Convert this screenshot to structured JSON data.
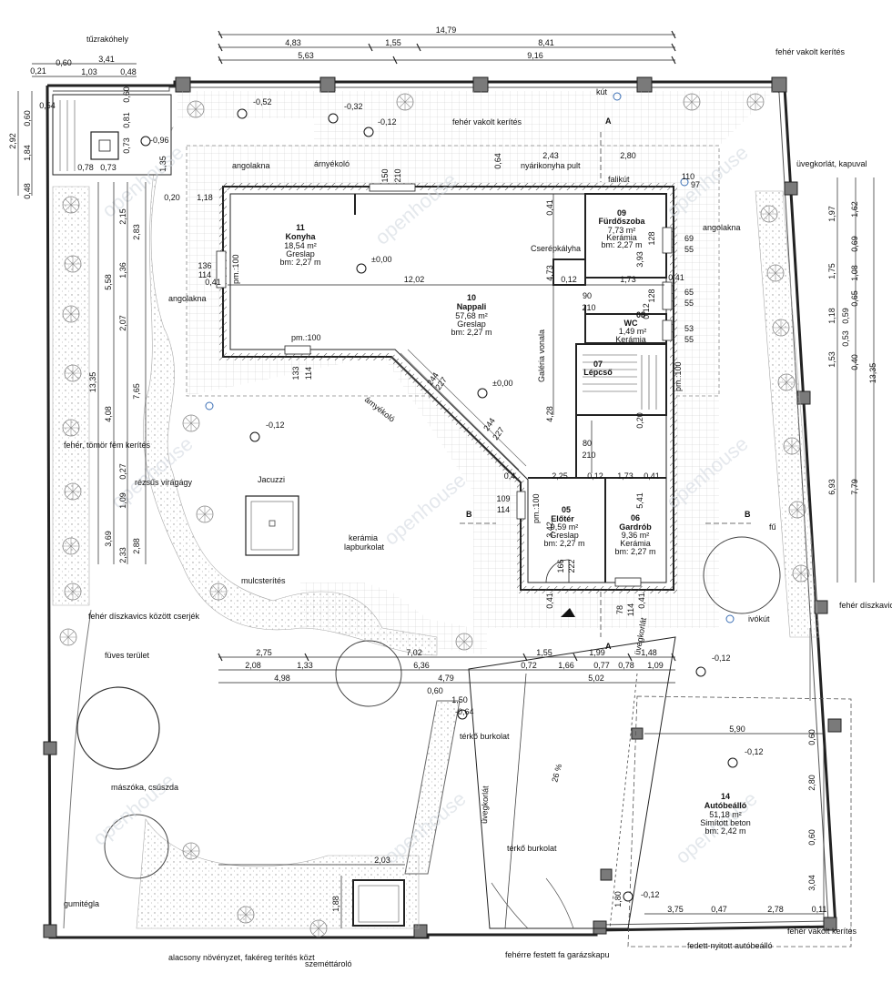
{
  "rooms": {
    "kitchen": {
      "number": "11",
      "name": "Konyha",
      "area": "18,54 m²",
      "floor": "Greslap",
      "height": "bm: 2,27 m"
    },
    "living": {
      "number": "10",
      "name": "Nappali",
      "area": "57,68 m²",
      "floor": "Greslap",
      "height": "bm: 2,27 m"
    },
    "bathroom": {
      "number": "09",
      "name": "Fürdőszoba",
      "area": "7,73 m²",
      "floor": "Kerámia",
      "height": "bm: 2,27 m"
    },
    "wc": {
      "number": "08",
      "name": "WC",
      "area": "1,49 m²",
      "floor": "Kerámia"
    },
    "stairs": {
      "number": "07",
      "name": "Lépcső"
    },
    "hall": {
      "number": "05",
      "name": "Előtér",
      "area": "9,59 m²",
      "floor": "Greslap",
      "height": "bm: 2,27 m"
    },
    "wardrobe": {
      "number": "06",
      "name": "Gardrób",
      "area": "9,36 m²",
      "floor": "Kerámia",
      "height": "bm: 2,27 m"
    },
    "carport": {
      "number": "14",
      "name": "Autóbeálló",
      "area": "51,18 m²",
      "floor": "Simított beton",
      "height": "bm: 2,42 m"
    }
  },
  "labels": {
    "fireplace": "tűzrakóhely",
    "fence_top": "fehér vakolt kerítés",
    "fence_top2": "fehér vakolt kerítés",
    "fence_bottom": "fehér vakolt kerítés",
    "well": "kút",
    "angolakna1": "angolakna",
    "angolakna2": "angolakna",
    "angolakna3": "angolakna",
    "shade": "árnyékoló",
    "shade2": "árnyékoló",
    "summer_kitchen": "nyárikonyha pult",
    "wall_well": "falikút",
    "glass_rail": "üvegkorlát, kapuval",
    "tile_stove": "Cserépkályha",
    "gallery": "Galéria vonala",
    "jacuzzi": "Jacuzzi",
    "ceramic_pav": "kerámia",
    "ceramic_pav2": "lapburkolat",
    "mulch": "mulcsterítés",
    "white_metal_fence": "fehér, tömör fém kerítés",
    "raised_bed": "rézsűs virágágy",
    "gravel_left": "fehér díszkavics között cserjék",
    "gravel_right": "fehér díszkavics között cserjék",
    "grass": "füves terület",
    "grass2": "fű",
    "climbing": "mászóka, csúszda",
    "paver1": "térkő burkolat",
    "paver2": "térkő burkolat",
    "slope": "26 %",
    "glass_rail2": "üvegkorlát",
    "glass_rail3": "üvegkorlát",
    "rubber_tile": "gumitégla",
    "low_plants": "alacsony növényzet, fakéreg terítés közt",
    "bin_storage": "szeméttároló",
    "garage_gate": "fehérre festett fa garázskapu",
    "covered_carport": "fedett-nyitott autóbeálló",
    "drinking_well": "ivókút",
    "section_a1": "A",
    "section_a2": "A",
    "section_b1": "B",
    "section_b2": "B",
    "pm100_1": "pm.:100",
    "pm100_2": "pm.:100",
    "pm100_3": "pm.:100",
    "pm100_4": "pm.:100",
    "level_0": "±0,00",
    "level_0b": "±0,00",
    "level_m052": "-0,52",
    "level_m032": "-0,32",
    "level_m012a": "-0,12",
    "level_m012b": "-0,12",
    "level_m012c": "-0,12",
    "level_m012d": "-0,12",
    "level_m012e": "-0,12",
    "level_m096": "-0,96",
    "level_m064": "-0,64",
    "watermark": "openhouse"
  },
  "dimensions": {
    "top_total": "14,79",
    "top_a": "4,83",
    "top_b": "1,55",
    "top_c": "8,41",
    "top_d": "5,63",
    "top_e": "9,16",
    "tl_341": "3,41",
    "tl_021": "0,21",
    "tl_060": "0,60",
    "tl_103": "1,03",
    "tl_048": "0,48",
    "left_292": "2,92",
    "left_060": "0,60",
    "left_184": "1,84",
    "left_048": "0,48",
    "fp_054": "0,54",
    "fp_060": "0,60",
    "fp_081": "0,81",
    "fp_073": "0,73",
    "fp_078": "0,78",
    "fp_073b": "0,73",
    "l_135": "1,35",
    "l_215": "2,15",
    "l_558": "5,58",
    "l_136": "1,36",
    "l_283": "2,83",
    "l_207": "2,07",
    "l_1335": "13,35",
    "l_408": "4,08",
    "l_765": "7,65",
    "l_027": "0,27",
    "l_109": "1,09",
    "l_369": "3,69",
    "l_233": "2,33",
    "l_288": "2,88",
    "k_020": "0,20",
    "k_118": "1,18",
    "k_136": "136",
    "k_114": "114",
    "k_041": "0,41",
    "w_150": "150",
    "w_210": "210",
    "w_064": "0,64",
    "w_243": "2,43",
    "w_280": "2,80",
    "w_110": "110",
    "w_97": "97",
    "n_1202": "12,02",
    "n_041": "0,41",
    "n_473": "4,73",
    "n_428": "4,28",
    "n_133": "133",
    "n_114": "114",
    "n_244a": "244",
    "n_227a": "227",
    "n_244b": "244",
    "n_227b": "227",
    "b_393": "3,93",
    "b_128a": "128",
    "b_128b": "128",
    "b_69": "69",
    "b_55a": "55",
    "b_65": "65",
    "b_55b": "55",
    "b_53": "53",
    "b_55c": "55",
    "b_012a": "0,12",
    "b_173": "1,73",
    "b_041": "0,41",
    "b_90": "90",
    "b_210": "210",
    "b_012b": "0,12",
    "b_020": "0,20",
    "h_80": "80",
    "h_210": "210",
    "h_225": "2,25",
    "h_012": "0,12",
    "h_173": "1,73",
    "h_041": "0,41",
    "h_109": "109",
    "h_114": "114",
    "h_541": "5,41",
    "h_342": "3,42",
    "h_04": "0,4",
    "h_166": "166",
    "h_222": "222",
    "h_78": "78",
    "h_114b": "114",
    "h_041b": "0,41",
    "h_041c": "0,41",
    "r_197": "1,97",
    "r_162": "1,62",
    "r_175": "1,75",
    "r_108": "1,08",
    "r_069": "0,69",
    "r_118": "1,18",
    "r_059": "0,59",
    "r_065": "0,65",
    "r_053": "0,53",
    "r_153": "1,53",
    "r_040": "0,40",
    "r_1335": "13,35",
    "r_693": "6,93",
    "r_779": "7,79",
    "m_275": "2,75",
    "m_702": "7,02",
    "m_155": "1,55",
    "m_199": "1,99",
    "m_148": "1,48",
    "m_208": "2,08",
    "m_133": "1,33",
    "m_636": "6,36",
    "m_072": "0,72",
    "m_166": "1,66",
    "m_077": "0,77",
    "m_078": "0,78",
    "m_109": "1,09",
    "m_498": "4,98",
    "m_479": "4,79",
    "m_502": "5,02",
    "m_060": "0,60",
    "m_150": "1,50",
    "c_590": "5,90",
    "c_060a": "0,60",
    "c_280": "2,80",
    "c_060b": "0,60",
    "c_304": "3,04",
    "c_375": "3,75",
    "c_047": "0,47",
    "c_278": "2,78",
    "c_011": "0,11",
    "c_180": "1,80",
    "s_203": "2,03",
    "s_188": "1,88"
  }
}
